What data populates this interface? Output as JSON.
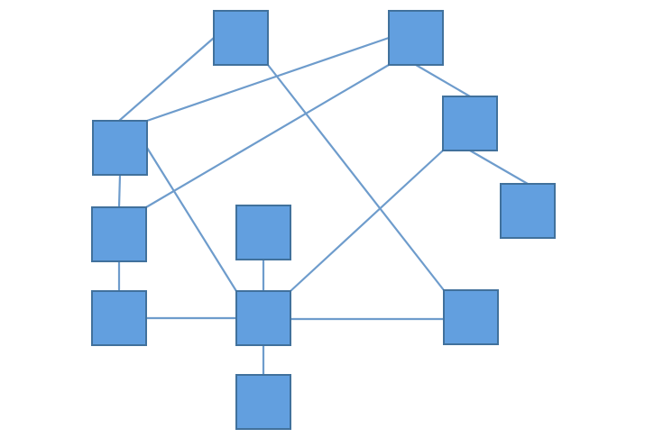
{
  "diagram": {
    "node_fill": "#629fdf",
    "node_border": "#41719c",
    "edge_color": "#6e9ccc",
    "nodes": [
      {
        "id": "n1"
      },
      {
        "id": "n2"
      },
      {
        "id": "n3"
      },
      {
        "id": "n4"
      },
      {
        "id": "n5"
      },
      {
        "id": "n6"
      },
      {
        "id": "n7"
      },
      {
        "id": "n8"
      },
      {
        "id": "n9"
      },
      {
        "id": "n10"
      },
      {
        "id": "n11"
      },
      {
        "id": "n12"
      }
    ],
    "edges": [
      [
        "n1",
        "n3"
      ],
      [
        "n1",
        "n11"
      ],
      [
        "n2",
        "n3"
      ],
      [
        "n2",
        "n5"
      ],
      [
        "n2",
        "n4"
      ],
      [
        "n4",
        "n6"
      ],
      [
        "n4",
        "n9"
      ],
      [
        "n3",
        "n5"
      ],
      [
        "n3",
        "n9"
      ],
      [
        "n5",
        "n8"
      ],
      [
        "n8",
        "n9"
      ],
      [
        "n7",
        "n9"
      ],
      [
        "n9",
        "n11"
      ],
      [
        "n9",
        "n12"
      ]
    ]
  }
}
